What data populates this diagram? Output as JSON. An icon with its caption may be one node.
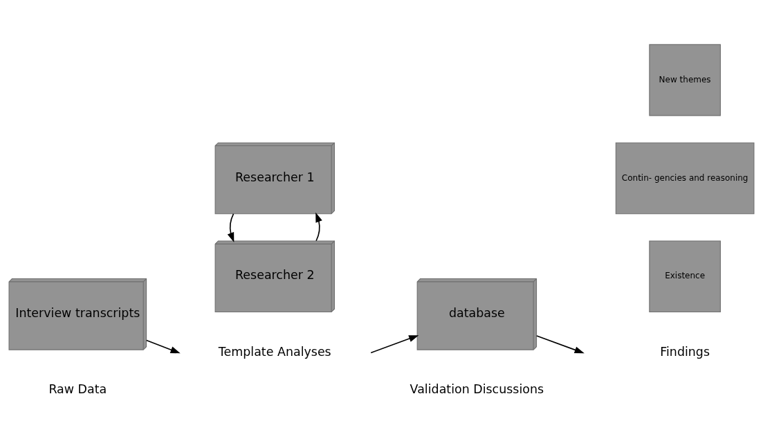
{
  "diagram": {
    "nodes": [
      {
        "text": [
          "Interview transcripts"
        ]
      },
      {
        "text": [
          "Researcher 1"
        ]
      },
      {
        "text": [
          "Researcher 2"
        ]
      },
      {
        "text": [
          "database"
        ]
      },
      {
        "text": [
          "Existence"
        ]
      },
      {
        "text": [
          "Contin- gencies and reasoning"
        ]
      },
      {
        "text": [
          "New themes"
        ]
      }
    ],
    "edges": [
      {
        "from": 0,
        "to": null,
        "arrow": "to"
      },
      {
        "from": 2,
        "to": 1,
        "arrow": "to"
      },
      {
        "from": 1,
        "to": 2,
        "arrow": "to"
      },
      {
        "from": null,
        "to": 3,
        "arrow": "to"
      },
      {
        "from": 3,
        "to": null,
        "arrow": "to"
      }
    ],
    "labels": [
      "Raw Data",
      "Template Analyses",
      "Validation Discussions",
      "Findings"
    ]
  }
}
